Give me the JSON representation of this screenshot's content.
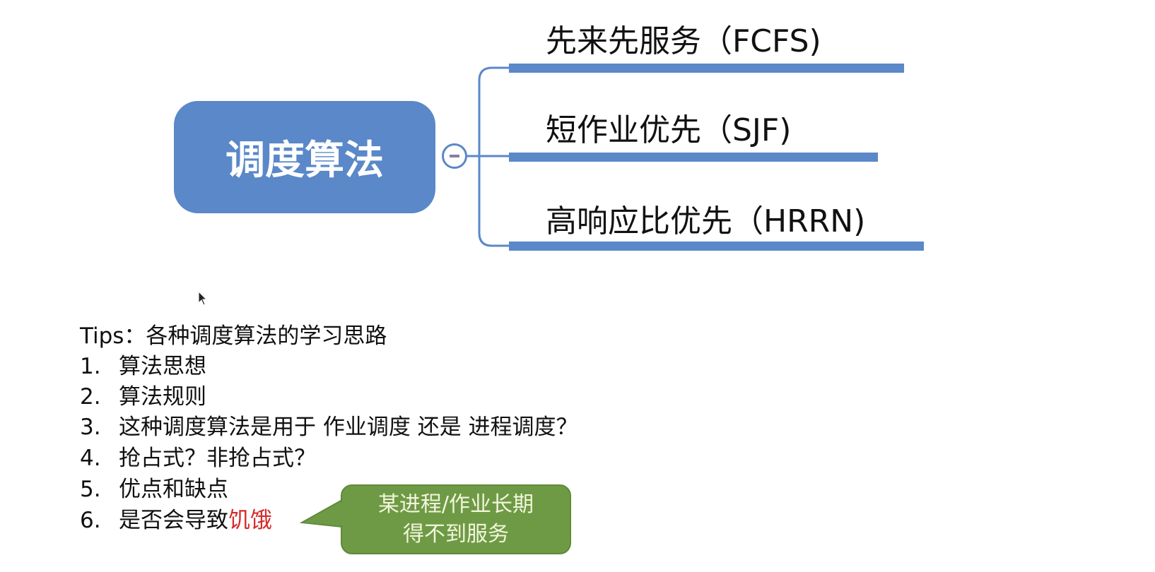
{
  "mindmap": {
    "root": "调度算法",
    "branches": [
      "先来先服务（FCFS)",
      "短作业优先（SJF)",
      "高响应比优先（HRRN)"
    ]
  },
  "tips": {
    "title": "Tips：各种调度算法的学习思路",
    "items": [
      {
        "num": "1.",
        "text": "算法思想"
      },
      {
        "num": "2.",
        "text": "算法规则"
      },
      {
        "num": "3.",
        "text": "这种调度算法是用于 作业调度 还是 进程调度？"
      },
      {
        "num": "4.",
        "text": "抢占式？非抢占式？"
      },
      {
        "num": "5.",
        "text": "优点和缺点"
      },
      {
        "num": "6.",
        "text": "是否会导致",
        "highlight": "饥饿"
      }
    ]
  },
  "callout": {
    "line1": "某进程/作业长期",
    "line2": "得不到服务"
  },
  "colors": {
    "node": "#5a88c8",
    "highlight": "#d62a2a",
    "callout": "#6e9a45"
  }
}
